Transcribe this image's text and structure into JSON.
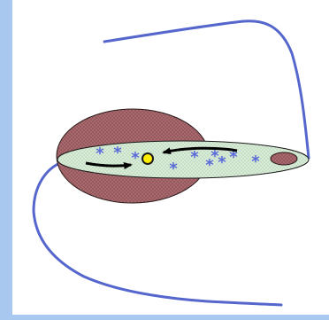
{
  "title": "",
  "colors": {
    "frame": "#a9c8f0",
    "streams": "#5566cc",
    "bulge_fill": "#a86a6e",
    "bulge_dot": "#7a3e44",
    "disk_fill": "#d8ecd8",
    "disk_dot": "#9ec09e",
    "stars": "#5a6ad8",
    "center_fill": "#ffee00",
    "center_stroke": "#1a1a1a",
    "arrows": "#000000"
  },
  "elements": {
    "stars_count": 11,
    "rotation_arrows": 2,
    "tidal_streams": 2
  }
}
